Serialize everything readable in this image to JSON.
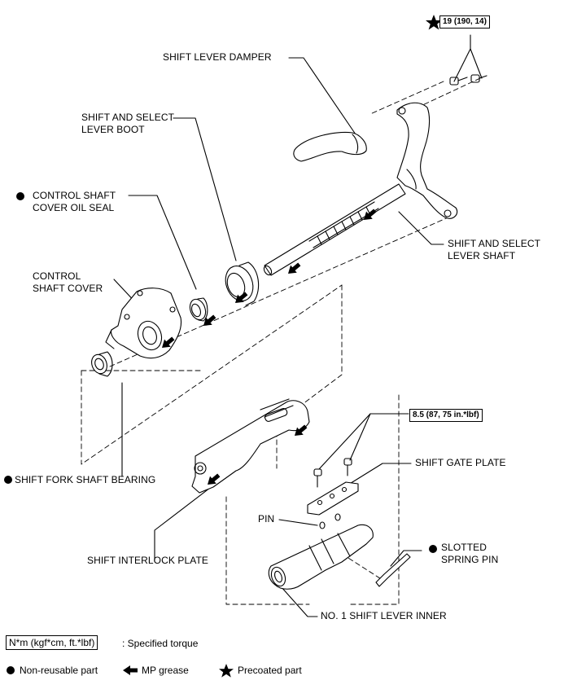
{
  "labels": {
    "damper": "SHIFT LEVER DAMPER",
    "boot": "SHIFT AND SELECT\nLEVER BOOT",
    "oil_seal": "CONTROL SHAFT\nCOVER OIL SEAL",
    "cover": "CONTROL\nSHAFT COVER",
    "lever_shaft": "SHIFT AND SELECT\nLEVER SHAFT",
    "bearing": "SHIFT FORK SHAFT BEARING",
    "gate_plate": "SHIFT GATE PLATE",
    "pin": "PIN",
    "spring_pin": "SLOTTED\nSPRING PIN",
    "interlock": "SHIFT INTERLOCK PLATE",
    "lever_inner": "NO. 1 SHIFT LEVER INNER"
  },
  "torques": {
    "top": "19 (190, 14)",
    "mid": "8.5 (87, 75 in.*lbf)"
  },
  "legend": {
    "torque_box": "N*m (kgf*cm, ft.*lbf)",
    "torque_desc": ": Specified torque",
    "non_reusable": "Non-reusable part",
    "mp_grease": "MP grease",
    "precoated": "Precoated part"
  },
  "icons": [
    "filled-circle-icon",
    "star-icon",
    "grease-arrow-icon"
  ]
}
